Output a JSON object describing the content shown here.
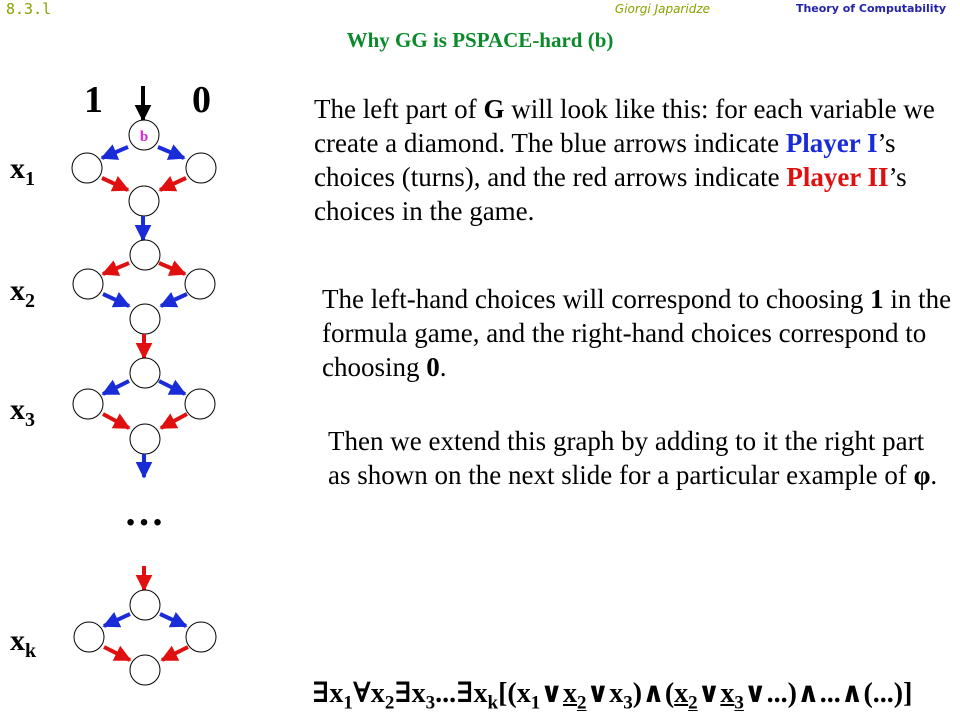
{
  "header": {
    "slide_number": "8.3.l",
    "author": "Giorgi Japaridze",
    "course": "Theory of Computability",
    "title": "Why GG is PSPACE-hard (b)"
  },
  "graph": {
    "top_label_left": "1",
    "top_label_right": "0",
    "start_node_label": "b",
    "variables": [
      {
        "name": "x",
        "index": "1"
      },
      {
        "name": "x",
        "index": "2"
      },
      {
        "name": "x",
        "index": "3"
      },
      {
        "name": "x",
        "index": "k"
      }
    ],
    "ellipsis": "…",
    "colors": {
      "player1": "#1a2bd8",
      "player2": "#e01010",
      "start_label": "#e020e0"
    }
  },
  "text": {
    "p1_a": "The left part of ",
    "p1_G": "G",
    "p1_b": " will look like this: for each variable we create a diamond. The blue arrows indicate ",
    "p1_player1": "Player I",
    "p1_c": "’s choices (turns), and the red arrows indicate ",
    "p1_player2": "Player II",
    "p1_d": "’s choices in the game.",
    "p2_a": "The left-hand choices will correspond to choosing ",
    "p2_one": "1",
    "p2_b": " in the formula game, and the right-hand choices correspond to choosing ",
    "p2_zero": "0",
    "p2_c": ".",
    "p3_a": "Then we extend this graph by adding to it the right part as shown on the next slide for a particular example of ",
    "p3_phi": "φ",
    "p3_b": "."
  },
  "formula": {
    "q1": "∃x",
    "s1": "1",
    "q2": "∀x",
    "s2": "2",
    "q3": "∃x",
    "s3": "3",
    "q4": "...∃x",
    "sk": "k",
    "m1": "[(x",
    "c1": "1",
    "m2": "∨",
    "m3": "x",
    "c2": "2",
    "m4": "∨x",
    "c3": "3",
    "m5": ")∧(",
    "m6": "x",
    "c4": "2",
    "m7": "∨",
    "m8": "x",
    "c5": "3",
    "m9": "∨...)∧...∧(...)]"
  }
}
